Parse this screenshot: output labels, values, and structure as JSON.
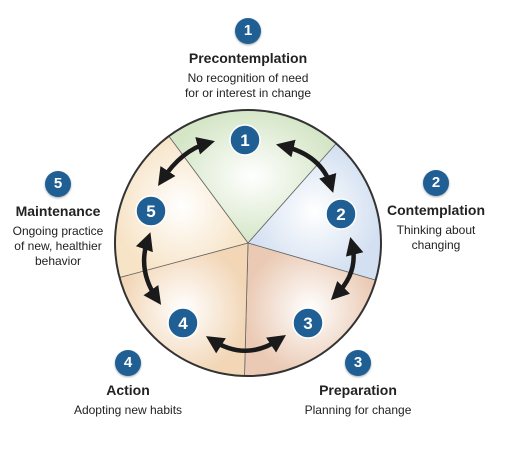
{
  "stages": [
    {
      "number": "1",
      "title": "Precontemplation",
      "desc_lines": [
        "No recognition of need",
        "for or interest in change"
      ],
      "color": "#d5e6c7"
    },
    {
      "number": "2",
      "title": "Contemplation",
      "desc_lines": [
        "Thinking about",
        "changing"
      ],
      "color": "#d3e0f1"
    },
    {
      "number": "3",
      "title": "Preparation",
      "desc_lines": [
        "Planning for change"
      ],
      "color": "#eacab4"
    },
    {
      "number": "4",
      "title": "Action",
      "desc_lines": [
        "Adopting new habits"
      ],
      "color": "#f2d6b6"
    },
    {
      "number": "5",
      "title": "Maintenance",
      "desc_lines": [
        "Ongoing practice",
        "of new, healthier",
        "behavior"
      ],
      "color": "#f7e4c7"
    }
  ],
  "colors": {
    "badge": "#1f5f94",
    "arrow": "#1a1a1a",
    "outline": "#333333"
  }
}
